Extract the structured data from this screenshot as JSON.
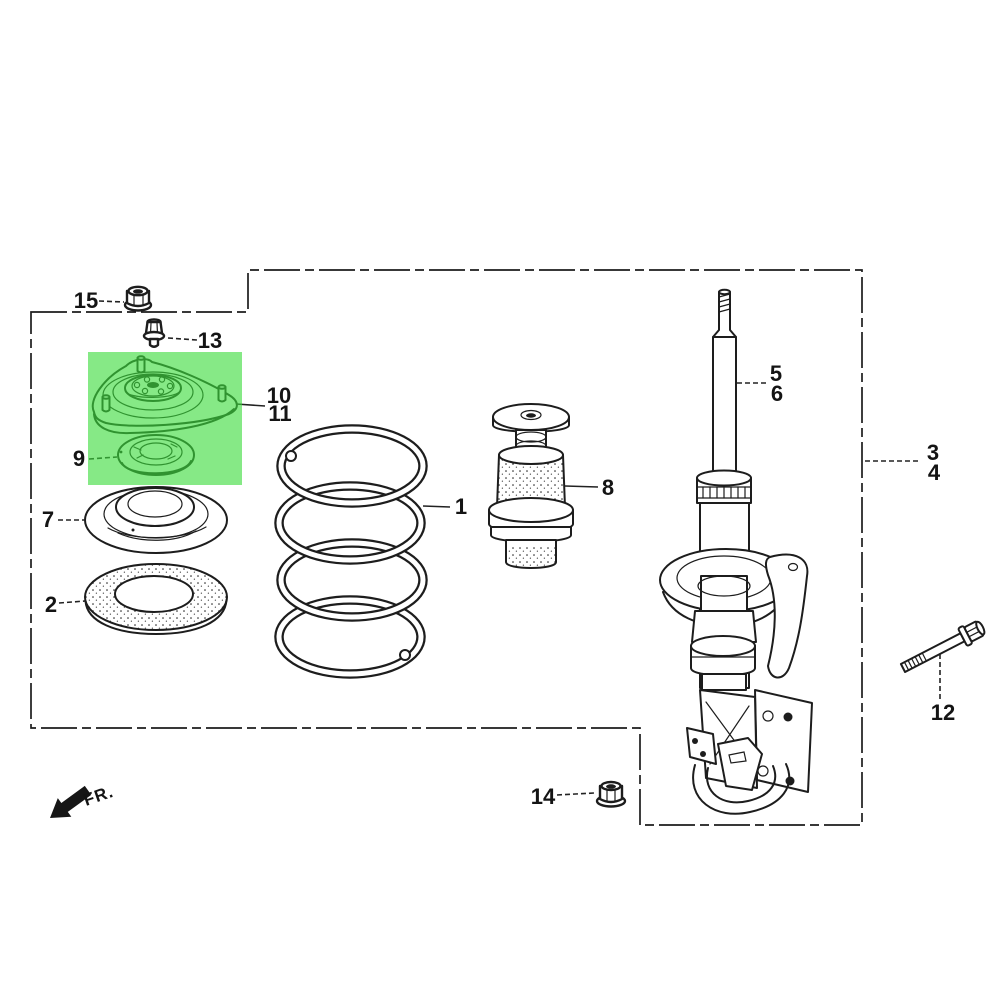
{
  "diagram": {
    "fr_label": "FR.",
    "highlight_color": "#3cdb3c",
    "line_color": "#1d1d1d",
    "background_color": "#ffffff",
    "labels": {
      "l1": "1",
      "l2": "2",
      "l3": "3",
      "l4": "4",
      "l5": "5",
      "l6": "6",
      "l7": "7",
      "l8": "8",
      "l9": "9",
      "l10": "10",
      "l11": "11",
      "l12": "12",
      "l13": "13",
      "l14": "14",
      "l15": "15"
    }
  }
}
